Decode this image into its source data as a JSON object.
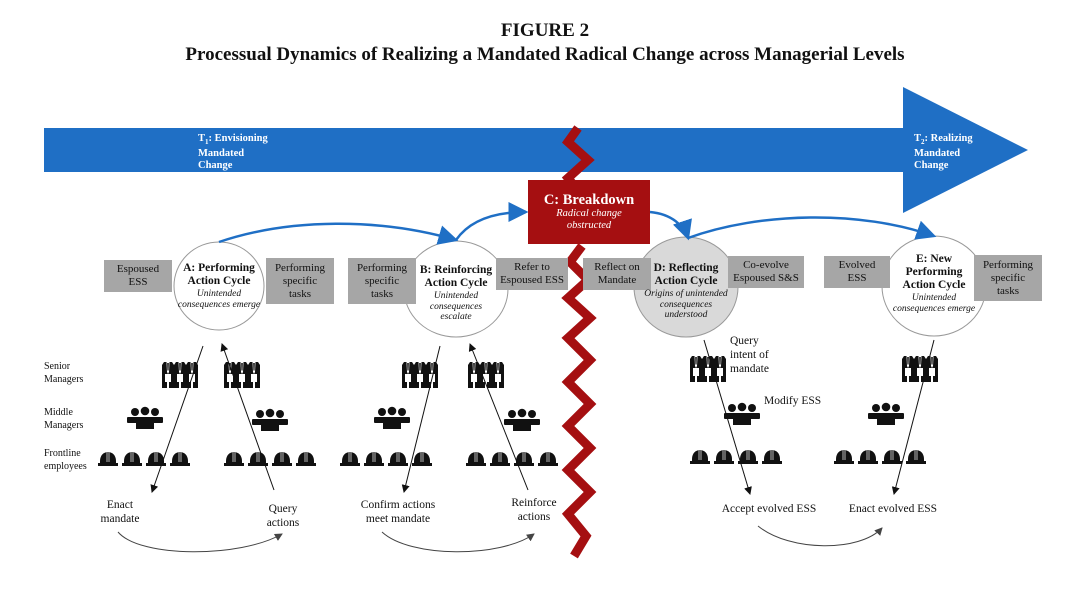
{
  "figure": {
    "label": "FIGURE 2",
    "title": "Processual Dynamics of Realizing a Mandated Radical Change across Managerial Levels"
  },
  "timeline": {
    "start": "T₁: Envisioning Mandated Change",
    "start_lines": [
      "T",
      "1",
      ": Envisioning",
      "Mandated",
      "Change"
    ],
    "end_lines": [
      "T",
      "2",
      ": Realizing",
      "Mandated",
      "Change"
    ],
    "color": "#1f6fc5"
  },
  "breakdown": {
    "title": "C: Breakdown",
    "subtitle": "Radical change obstructed",
    "sub1": "Radical change",
    "sub2": "obstructed",
    "color": "#a50f11"
  },
  "cycles": {
    "a": {
      "title1": "A: Performing",
      "title2": "Action Cycle",
      "sub1": "Unintended",
      "sub2": "consequences emerge"
    },
    "b": {
      "title1": "B: Reinforcing",
      "title2": "Action Cycle",
      "sub1": "Unintended",
      "sub2": "consequences",
      "sub3": "escalate"
    },
    "d": {
      "title1": "D: Reflecting",
      "title2": "Action Cycle",
      "sub1": "Origins of unintended",
      "sub2": "consequences",
      "sub3": "understood"
    },
    "e": {
      "title1": "E: New",
      "title2": "Performing",
      "title3": "Action Cycle",
      "sub1": "Unintended",
      "sub2": "consequences emerge"
    }
  },
  "boxes": {
    "a_left": [
      "Espoused",
      "ESS"
    ],
    "a_right": [
      "Performing",
      "specific",
      "tasks"
    ],
    "b_left": [
      "Performing",
      "specific",
      "tasks"
    ],
    "b_right": [
      "Refer to",
      "Espoused ESS"
    ],
    "d_left": [
      "Reflect on",
      "Mandate"
    ],
    "d_right": [
      "Co-evolve",
      "Espoused S&S"
    ],
    "e_left": [
      "Evolved",
      "ESS"
    ],
    "e_right": [
      "Performing",
      "specific",
      "tasks"
    ]
  },
  "levels": {
    "senior": [
      "Senior",
      "Managers"
    ],
    "middle": [
      "Middle",
      "Managers"
    ],
    "frontline": [
      "Frontline",
      "employees"
    ]
  },
  "notes": {
    "enact": [
      "Enact",
      "mandate"
    ],
    "query_actions": [
      "Query",
      "actions"
    ],
    "confirm": [
      "Confirm actions",
      "meet mandate"
    ],
    "reinforce": [
      "Reinforce",
      "actions"
    ],
    "query_intent": [
      "Query",
      "intent of",
      "mandate"
    ],
    "modify": "Modify ESS",
    "accept": "Accept evolved ESS",
    "enact_evolved": "Enact evolved ESS"
  },
  "icons": {
    "senior": "suit-figures-icon",
    "middle": "manager-group-icon",
    "frontline": "hardhat-workers-icon"
  }
}
